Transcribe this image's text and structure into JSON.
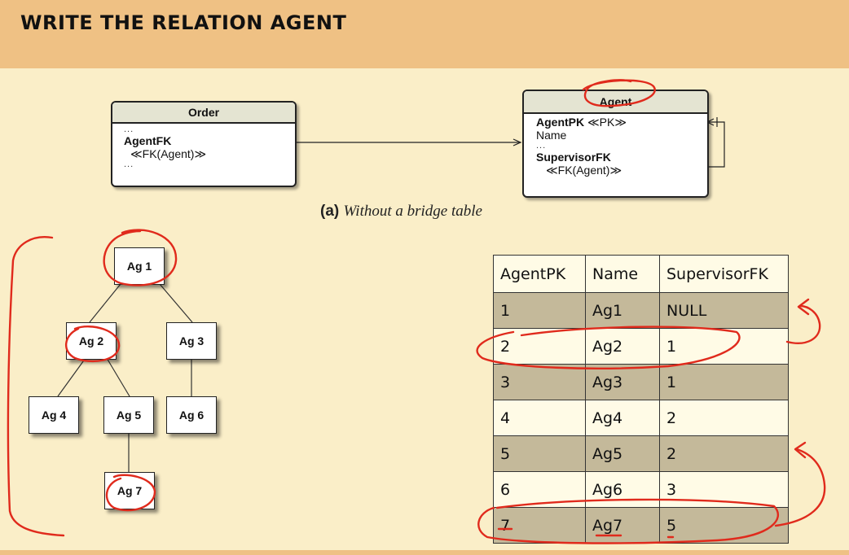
{
  "header": {
    "title": "WRITE THE RELATION AGENT"
  },
  "figure_a": {
    "order_entity": {
      "name": "Order",
      "dots": "...",
      "fk_name": "AgentFK",
      "fk_stereotype": "≪FK(Agent)≫"
    },
    "agent_entity": {
      "name": "Agent",
      "pk_name": "AgentPK",
      "pk_stereotype": "≪PK≫",
      "attr_name": "Name",
      "dots": "...",
      "fk_name": "SupervisorFK",
      "fk_stereotype": "≪FK(Agent)≫"
    },
    "caption_label": "(a)",
    "caption_text": "Without a bridge table"
  },
  "hierarchy": {
    "nodes": [
      "Ag 1",
      "Ag 2",
      "Ag 3",
      "Ag 4",
      "Ag 5",
      "Ag 6",
      "Ag 7"
    ]
  },
  "agent_table": {
    "headers": [
      "AgentPK",
      "Name",
      "SupervisorFK"
    ],
    "rows": [
      [
        "1",
        "Ag1",
        "NULL"
      ],
      [
        "2",
        "Ag2",
        "1"
      ],
      [
        "3",
        "Ag3",
        "1"
      ],
      [
        "4",
        "Ag4",
        "2"
      ],
      [
        "5",
        "Ag5",
        "2"
      ],
      [
        "6",
        "Ag6",
        "3"
      ],
      [
        "7",
        "Ag7",
        "5"
      ]
    ]
  },
  "colors": {
    "header_band": "#efc184",
    "slide_background": "#faeec8",
    "row_shade": "#c4b99a",
    "annotation_ink": "#e02a1c"
  }
}
